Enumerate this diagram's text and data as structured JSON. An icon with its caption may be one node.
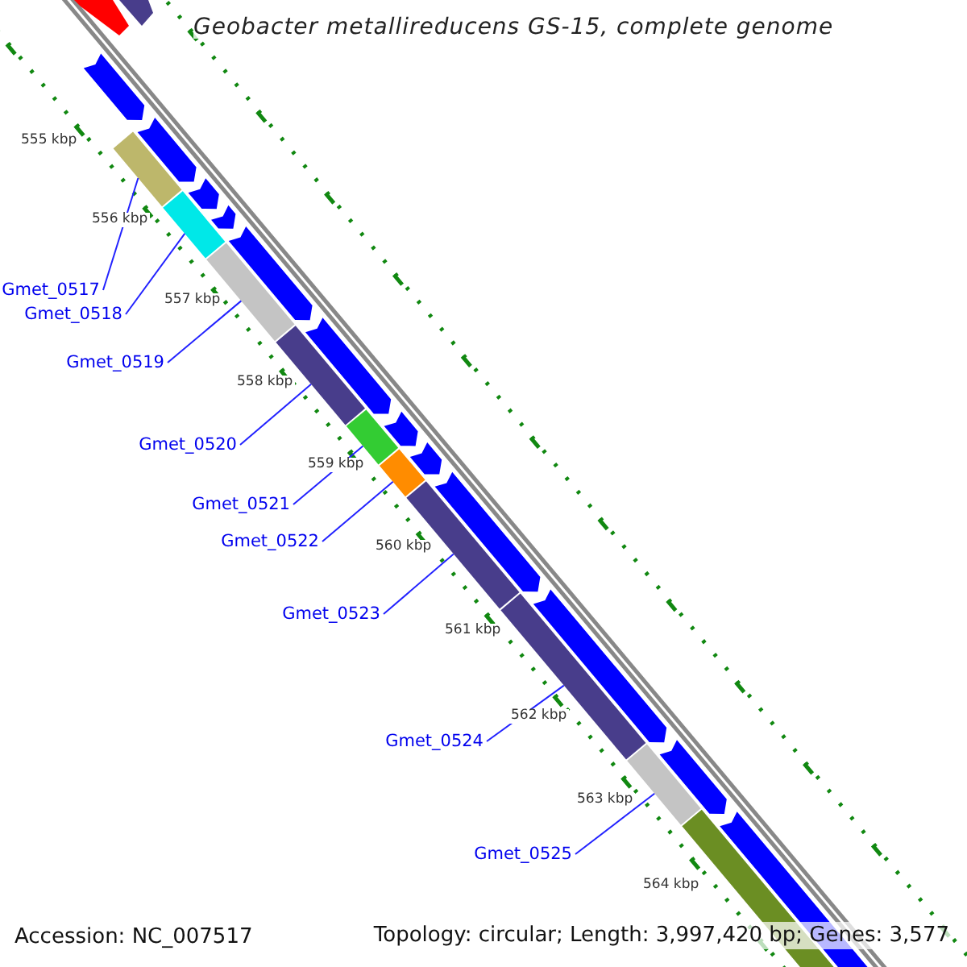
{
  "diagram": {
    "title": "Geobacter metallireducens GS-15, complete genome",
    "nodes": [
      {
        "text": [
          "Gmet_0517"
        ]
      },
      {
        "text": [
          "Gmet_0518"
        ]
      },
      {
        "text": [
          "Gmet_0519"
        ]
      },
      {
        "text": [
          "Gmet_0520"
        ]
      },
      {
        "text": [
          "Gmet_0521"
        ]
      },
      {
        "text": [
          "Gmet_0522"
        ]
      },
      {
        "text": [
          "Gmet_0523"
        ]
      },
      {
        "text": [
          "Gmet_0524"
        ]
      },
      {
        "text": [
          "Gmet_0525"
        ]
      },
      {
        "text": [],
        "shape": "bar"
      },
      {
        "text": [],
        "shape": "bar"
      },
      {
        "text": [],
        "shape": "bar"
      },
      {
        "text": [],
        "shape": "bar"
      },
      {
        "text": [],
        "shape": "bar"
      },
      {
        "text": [],
        "shape": "bar"
      },
      {
        "text": [],
        "shape": "bar"
      },
      {
        "text": [],
        "shape": "bar"
      },
      {
        "text": [],
        "shape": "bar"
      }
    ],
    "edges": [
      {
        "from": 0,
        "to": 9,
        "arrow": "none"
      },
      {
        "from": 1,
        "to": 10,
        "arrow": "none"
      },
      {
        "from": 2,
        "to": 11,
        "arrow": "none"
      },
      {
        "from": 3,
        "to": 12,
        "arrow": "none"
      },
      {
        "from": 4,
        "to": 13,
        "arrow": "none"
      },
      {
        "from": 5,
        "to": 14,
        "arrow": "none"
      },
      {
        "from": 6,
        "to": 15,
        "arrow": "none"
      },
      {
        "from": 7,
        "to": 16,
        "arrow": "none"
      },
      {
        "from": 8,
        "to": 17,
        "arrow": "none"
      }
    ],
    "labels": [
      "555 kbp",
      "556 kbp",
      "557 kbp",
      "558 kbp",
      "559 kbp",
      "560 kbp",
      "561 kbp",
      "562 kbp",
      "563 kbp",
      "564 kbp",
      "Accession: NC_007517",
      "Topology: circular; Length: 3,997,420 bp; Genes: 3,577"
    ]
  }
}
